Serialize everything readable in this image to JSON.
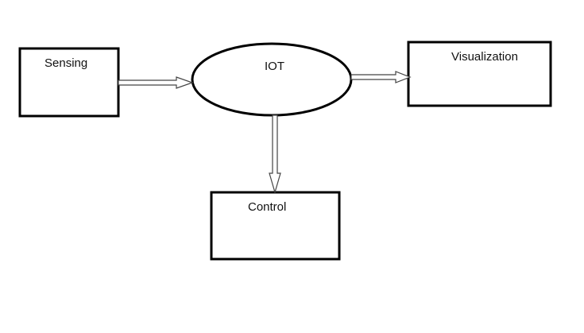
{
  "nodes": {
    "sensing": {
      "label": "Sensing"
    },
    "iot": {
      "label": "IOT"
    },
    "visualization": {
      "label": "Visualization"
    },
    "control": {
      "label": "Control"
    }
  },
  "edges": [
    {
      "from": "Sensing",
      "to": "IOT",
      "style": "hollow double-line arrow"
    },
    {
      "from": "IOT",
      "to": "Visualization",
      "style": "hollow double-line arrow"
    },
    {
      "from": "IOT",
      "to": "Control",
      "style": "hollow double-line arrow"
    }
  ],
  "colors": {
    "background": "#ffffff",
    "stroke": "#000000",
    "arrow": "#444444"
  }
}
